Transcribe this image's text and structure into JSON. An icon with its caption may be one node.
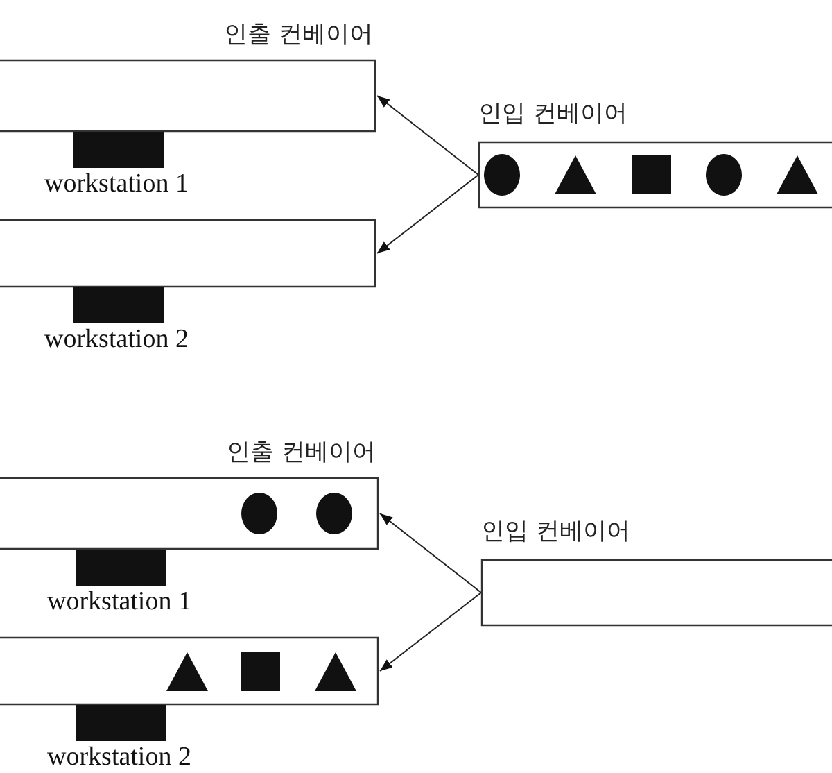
{
  "diagram": {
    "nodes": [
      {
        "text": [
          "인출 컨베이어"
        ]
      },
      {
        "text": [],
        "shape": "bar",
        "beside": [
          "workstation 1"
        ]
      },
      {
        "text": [],
        "shape": "box"
      },
      {
        "text": [],
        "shape": "bar",
        "beside": [
          "workstation 2"
        ]
      },
      {
        "text": [
          "인입 컨베이어"
        ]
      },
      {
        "text": [
          "인출 컨베이어"
        ]
      },
      {
        "text": [],
        "shape": "bar",
        "beside": [
          "workstation 1"
        ]
      },
      {
        "text": [],
        "shape": "box"
      },
      {
        "text": [],
        "shape": "bar",
        "beside": [
          "workstation 2"
        ]
      },
      {
        "text": [
          "인입 컨베이어"
        ]
      }
    ],
    "edges": [
      {
        "from": 4,
        "to": 0,
        "arrow": "to"
      },
      {
        "from": 4,
        "to": 2,
        "arrow": "to"
      },
      {
        "from": 9,
        "to": 5,
        "arrow": "to"
      },
      {
        "from": 9,
        "to": 7,
        "arrow": "to"
      }
    ]
  }
}
